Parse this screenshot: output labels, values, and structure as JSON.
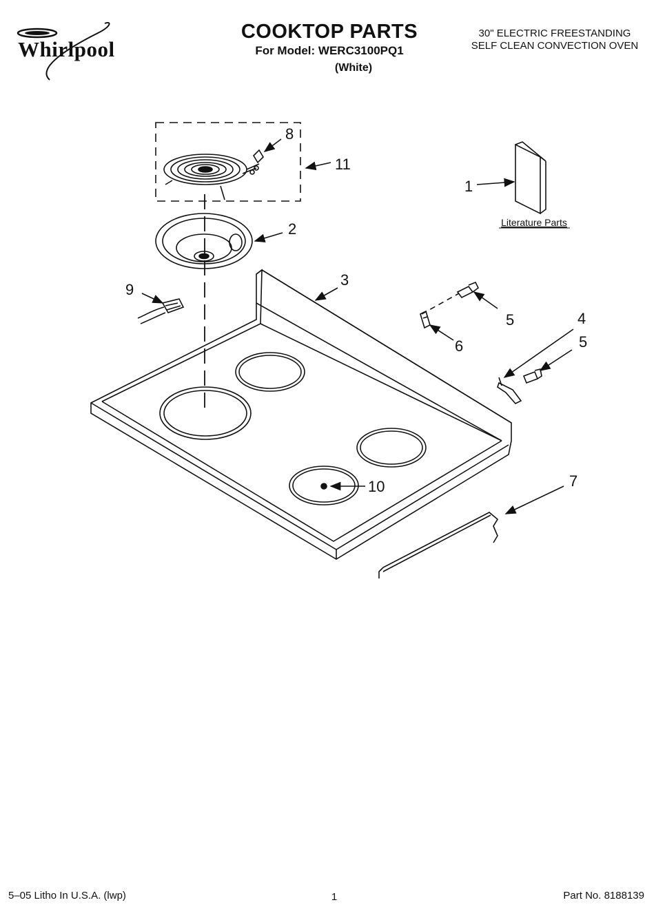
{
  "header": {
    "brand": "Whirlpool",
    "title": "COOKTOP PARTS",
    "model_line": "For Model: WERC3100PQ1",
    "variant": "(White)",
    "product_line1": "30\" ELECTRIC FREESTANDING",
    "product_line2": "SELF CLEAN CONVECTION OVEN"
  },
  "callouts": {
    "c1": "1",
    "c2": "2",
    "c3": "3",
    "c4": "4",
    "c5a": "5",
    "c5b": "5",
    "c6": "6",
    "c7": "7",
    "c8": "8",
    "c9": "9",
    "c10": "10",
    "c11": "11"
  },
  "literature_label": "Literature Parts",
  "footer": {
    "litho": "5–05 Litho In U.S.A. (lwp)",
    "page": "1",
    "part_no": "Part No. 8188139"
  }
}
